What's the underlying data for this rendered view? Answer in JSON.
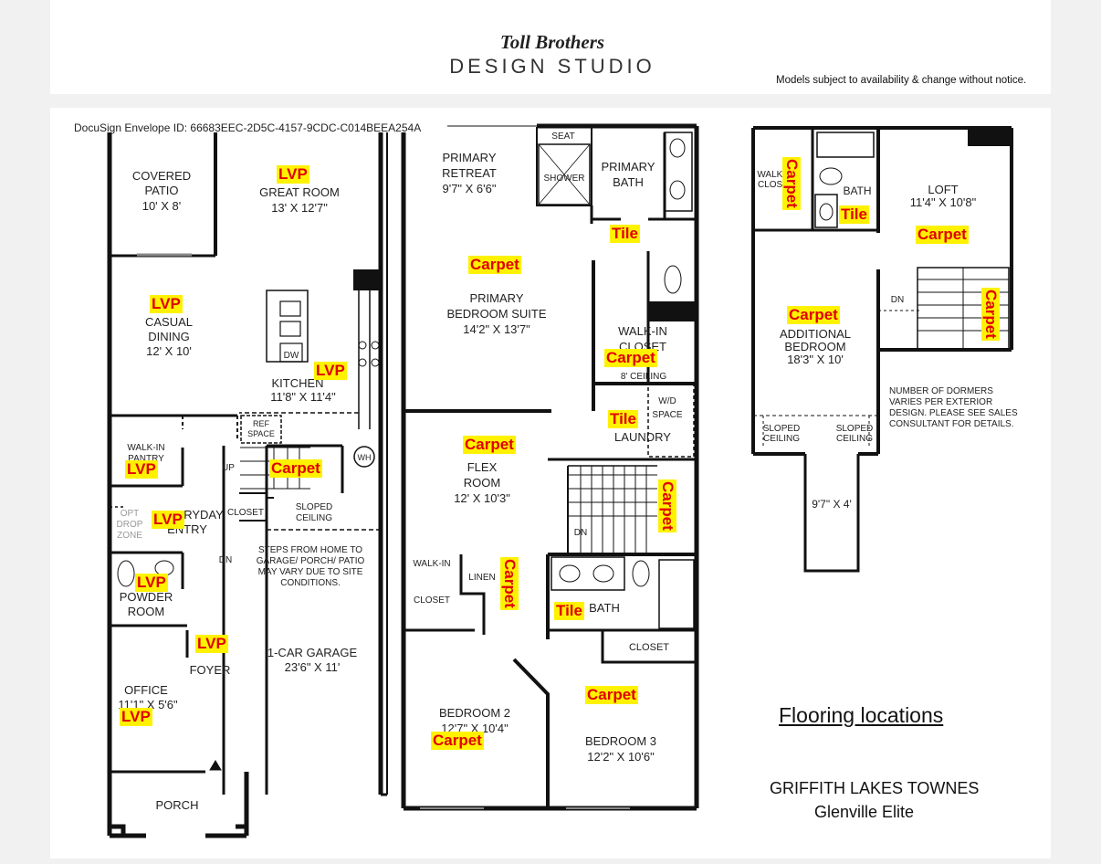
{
  "header": {
    "brand": "Toll Brothers",
    "studio": "DESIGN STUDIO",
    "disclaimer": "Models subject to availability & change without notice."
  },
  "docusign": "DocuSign Envelope ID: 66683EEC-2D5C-4157-9CDC-C014BEEA254A",
  "rooms": {
    "covered_patio": "COVERED",
    "covered_patio_2": "PATIO",
    "covered_patio_dim": "10' X 8'",
    "great_room": "GREAT ROOM",
    "great_room_dim": "13' X 12'7\"",
    "casual_dining": "CASUAL",
    "casual_dining_2": "DINING",
    "casual_dining_dim": "12' X 10'",
    "kitchen": "KITCHEN",
    "kitchen_dim": "11'8\" X 11'4\"",
    "dw": "DW",
    "ref": "REF",
    "ref_2": "SPACE",
    "walkin_pantry": "WALK-IN",
    "walkin_pantry_2": "PANTRY",
    "up": "UP",
    "wh": "WH",
    "everyday_entry": "EVERYDAY",
    "everyday_entry_2": "ENTRY",
    "opt_drop": "OPT",
    "opt_drop_2": "DROP",
    "opt_drop_3": "ZONE",
    "closet": "CLOSET",
    "sloped_ceiling": "SLOPED",
    "sloped_ceiling_2": "CEILING",
    "steps": "STEPS FROM HOME TO",
    "steps_2": "GARAGE/ PORCH/ PATIO",
    "steps_3": "MAY VARY DUE TO SITE",
    "steps_4": "CONDITIONS.",
    "dn": "DN",
    "powder_room": "POWDER",
    "powder_room_2": "ROOM",
    "foyer": "FOYER",
    "garage": "1-CAR GARAGE",
    "garage_dim": "23'6\" X 11'",
    "office": "OFFICE",
    "office_dim": "11'1\" X 5'6\"",
    "porch": "PORCH",
    "primary_retreat": "PRIMARY",
    "primary_retreat_2": "RETREAT",
    "primary_retreat_dim": "9'7\" X 6'6\"",
    "seat": "SEAT",
    "shower": "SHOWER",
    "primary_bath": "PRIMARY",
    "primary_bath_2": "BATH",
    "primary_suite": "PRIMARY",
    "primary_suite_2": "BEDROOM SUITE",
    "primary_suite_dim": "14'2\" X 13'7\"",
    "walkin_closet": "WALK-IN",
    "walkin_closet_2": "CLOSET",
    "walkin_closet_3": "8' CEILING",
    "wd": "W/D",
    "wd_2": "SPACE",
    "laundry": "LAUNDRY",
    "flex": "FLEX",
    "flex_2": "ROOM",
    "flex_dim": "12' X 10'3\"",
    "walkin_closet_b": "WALK-IN",
    "walkin_closet_b_2": "CLOSET",
    "linen": "LINEN",
    "bath": "BATH",
    "closet_b3": "CLOSET",
    "bedroom2": "BEDROOM 2",
    "bedroom2_dim": "12'7\" X 10'4\"",
    "bedroom3": "BEDROOM 3",
    "bedroom3_dim": "12'2\" X 10'6\"",
    "walkin_closet_c": "WALK-IN",
    "walkin_closet_c_2": "CLOSET",
    "bath_c": "BATH",
    "loft": "LOFT",
    "loft_dim": "11'4\" X 10'8\"",
    "additional_bedroom": "ADDITIONAL",
    "additional_bedroom_2": "BEDROOM",
    "additional_bedroom_dim": "18'3\" X 10'",
    "dormers": "NUMBER OF DORMERS",
    "dormers_2": "VARIES PER EXTERIOR",
    "dormers_3": "DESIGN. PLEASE SEE SALES",
    "dormers_4": "CONSULTANT FOR DETAILS.",
    "alcove_dim": "9'7\" X 4'"
  },
  "flooring": {
    "lvp": "LVP",
    "carpet": "Carpet",
    "tile": "Tile"
  },
  "legend": {
    "title": "Flooring locations",
    "community": "GRIFFITH LAKES TOWNES",
    "model": "Glenville Elite"
  },
  "colors": {
    "tag_bg": "#fff200",
    "tag_text": "#e00000",
    "wall": "#111111"
  }
}
